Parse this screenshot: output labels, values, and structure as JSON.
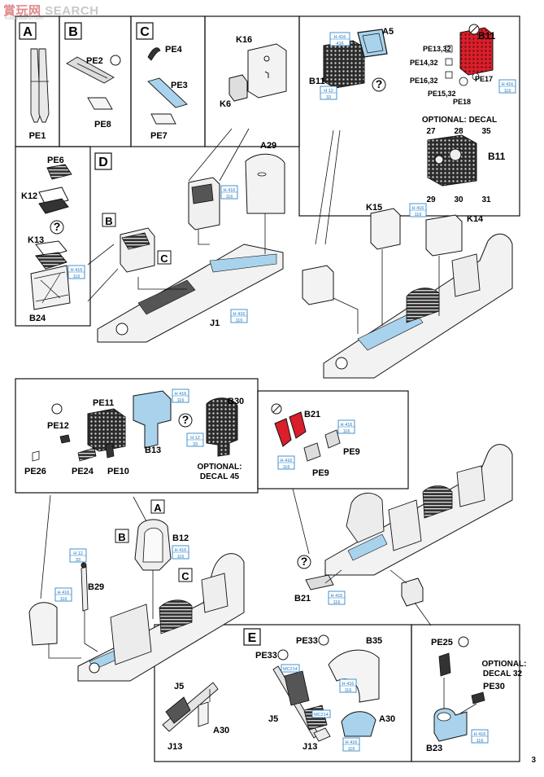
{
  "watermark": {
    "text_red": "賞玩网",
    "text_gray": "SEARCH",
    "url": "hobbysearch.com"
  },
  "page_number": "3",
  "steps": {
    "A": "A",
    "B": "B",
    "C": "C",
    "D": "D",
    "E": "E"
  },
  "parts": {
    "PE1": "PE1",
    "PE2": "PE2",
    "PE3": "PE3",
    "PE4": "PE4",
    "PE6": "PE6",
    "PE7": "PE7",
    "PE8": "PE8",
    "PE9": "PE9",
    "PE10": "PE10",
    "PE11": "PE11",
    "PE12": "PE12",
    "PE13_32": "PE13,32",
    "PE14_32": "PE14,32",
    "PE15_32": "PE15,32",
    "PE16_32": "PE16,32",
    "PE17": "PE17",
    "PE18": "PE18",
    "PE24": "PE24",
    "PE25": "PE25",
    "PE26": "PE26",
    "PE30": "PE30",
    "PE33": "PE33",
    "K6": "K6",
    "K12": "K12",
    "K13": "K13",
    "K14": "K14",
    "K15": "K15",
    "K16": "K16",
    "A5": "A5",
    "A29": "A29",
    "A30": "A30",
    "B11": "B11",
    "B12": "B12",
    "B13": "B13",
    "B21": "B21",
    "B23": "B23",
    "B24": "B24",
    "B29": "B29",
    "B30": "B30",
    "B35": "B35",
    "J1": "J1",
    "J5": "J5",
    "J13": "J13"
  },
  "ref_letters": {
    "A": "A",
    "B": "B",
    "C": "C"
  },
  "question": "?",
  "decals": {
    "optional_decal": "OPTIONAL: DECAL",
    "optional_45_l1": "OPTIONAL:",
    "optional_45_l2": "DECAL 45",
    "optional_32_l1": "OPTIONAL:",
    "optional_32_l2": "DECAL 32",
    "n27": "27",
    "n28": "28",
    "n35": "35",
    "n29": "29",
    "n30": "30",
    "n31": "31"
  },
  "paints": {
    "h416": {
      "top": "H 416",
      "bottom": "116"
    },
    "h416b": {
      "top": "H 416",
      "bottom": "416"
    },
    "h12": {
      "top": "H 12",
      "bottom": "33"
    },
    "mc214": {
      "top": "MC214",
      "bottom": ""
    }
  },
  "colors": {
    "light_blue": "#a9d3ec",
    "red": "#d91f2a",
    "label_blue": "#1a78c2"
  }
}
